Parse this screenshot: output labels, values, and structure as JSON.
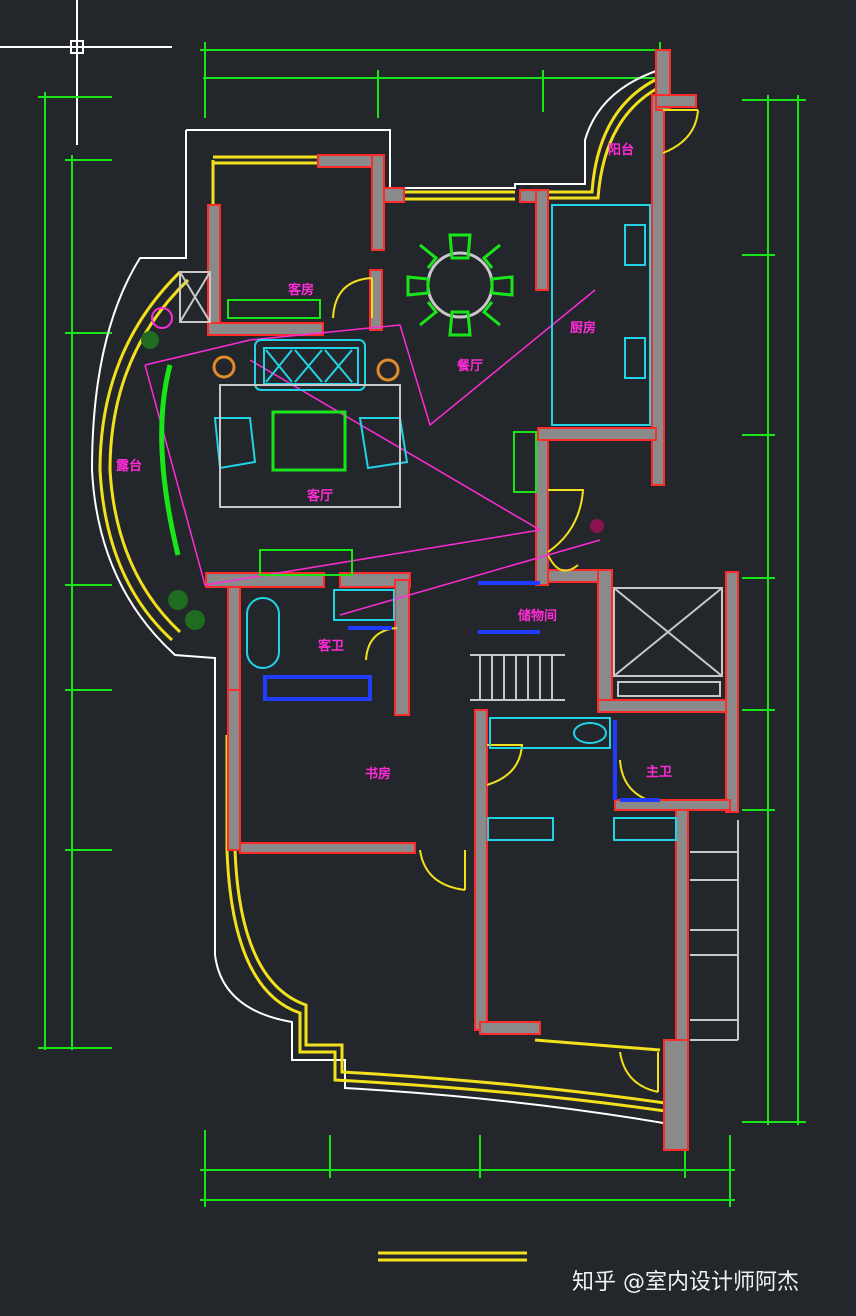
{
  "rooms": {
    "bedroom": "客房",
    "dining": "餐厅",
    "kitchen": "厨房",
    "balcony": "阳台",
    "terrace": "露台",
    "living": "客厅",
    "guest_bath": "客卫",
    "storage": "储物间",
    "study": "书房",
    "master_bath": "主卫"
  },
  "watermark": "知乎 @室内设计师阿杰",
  "colors": {
    "background": "#23272c",
    "dimension": "#19e619",
    "wall_outline": "#ff2a2a",
    "wall_fill": "#8a8a8a",
    "window": "#f2e01c",
    "furniture": "#22d3e6",
    "label": "#ff2bd6",
    "blue": "#1f3cff",
    "white": "#ffffff"
  }
}
